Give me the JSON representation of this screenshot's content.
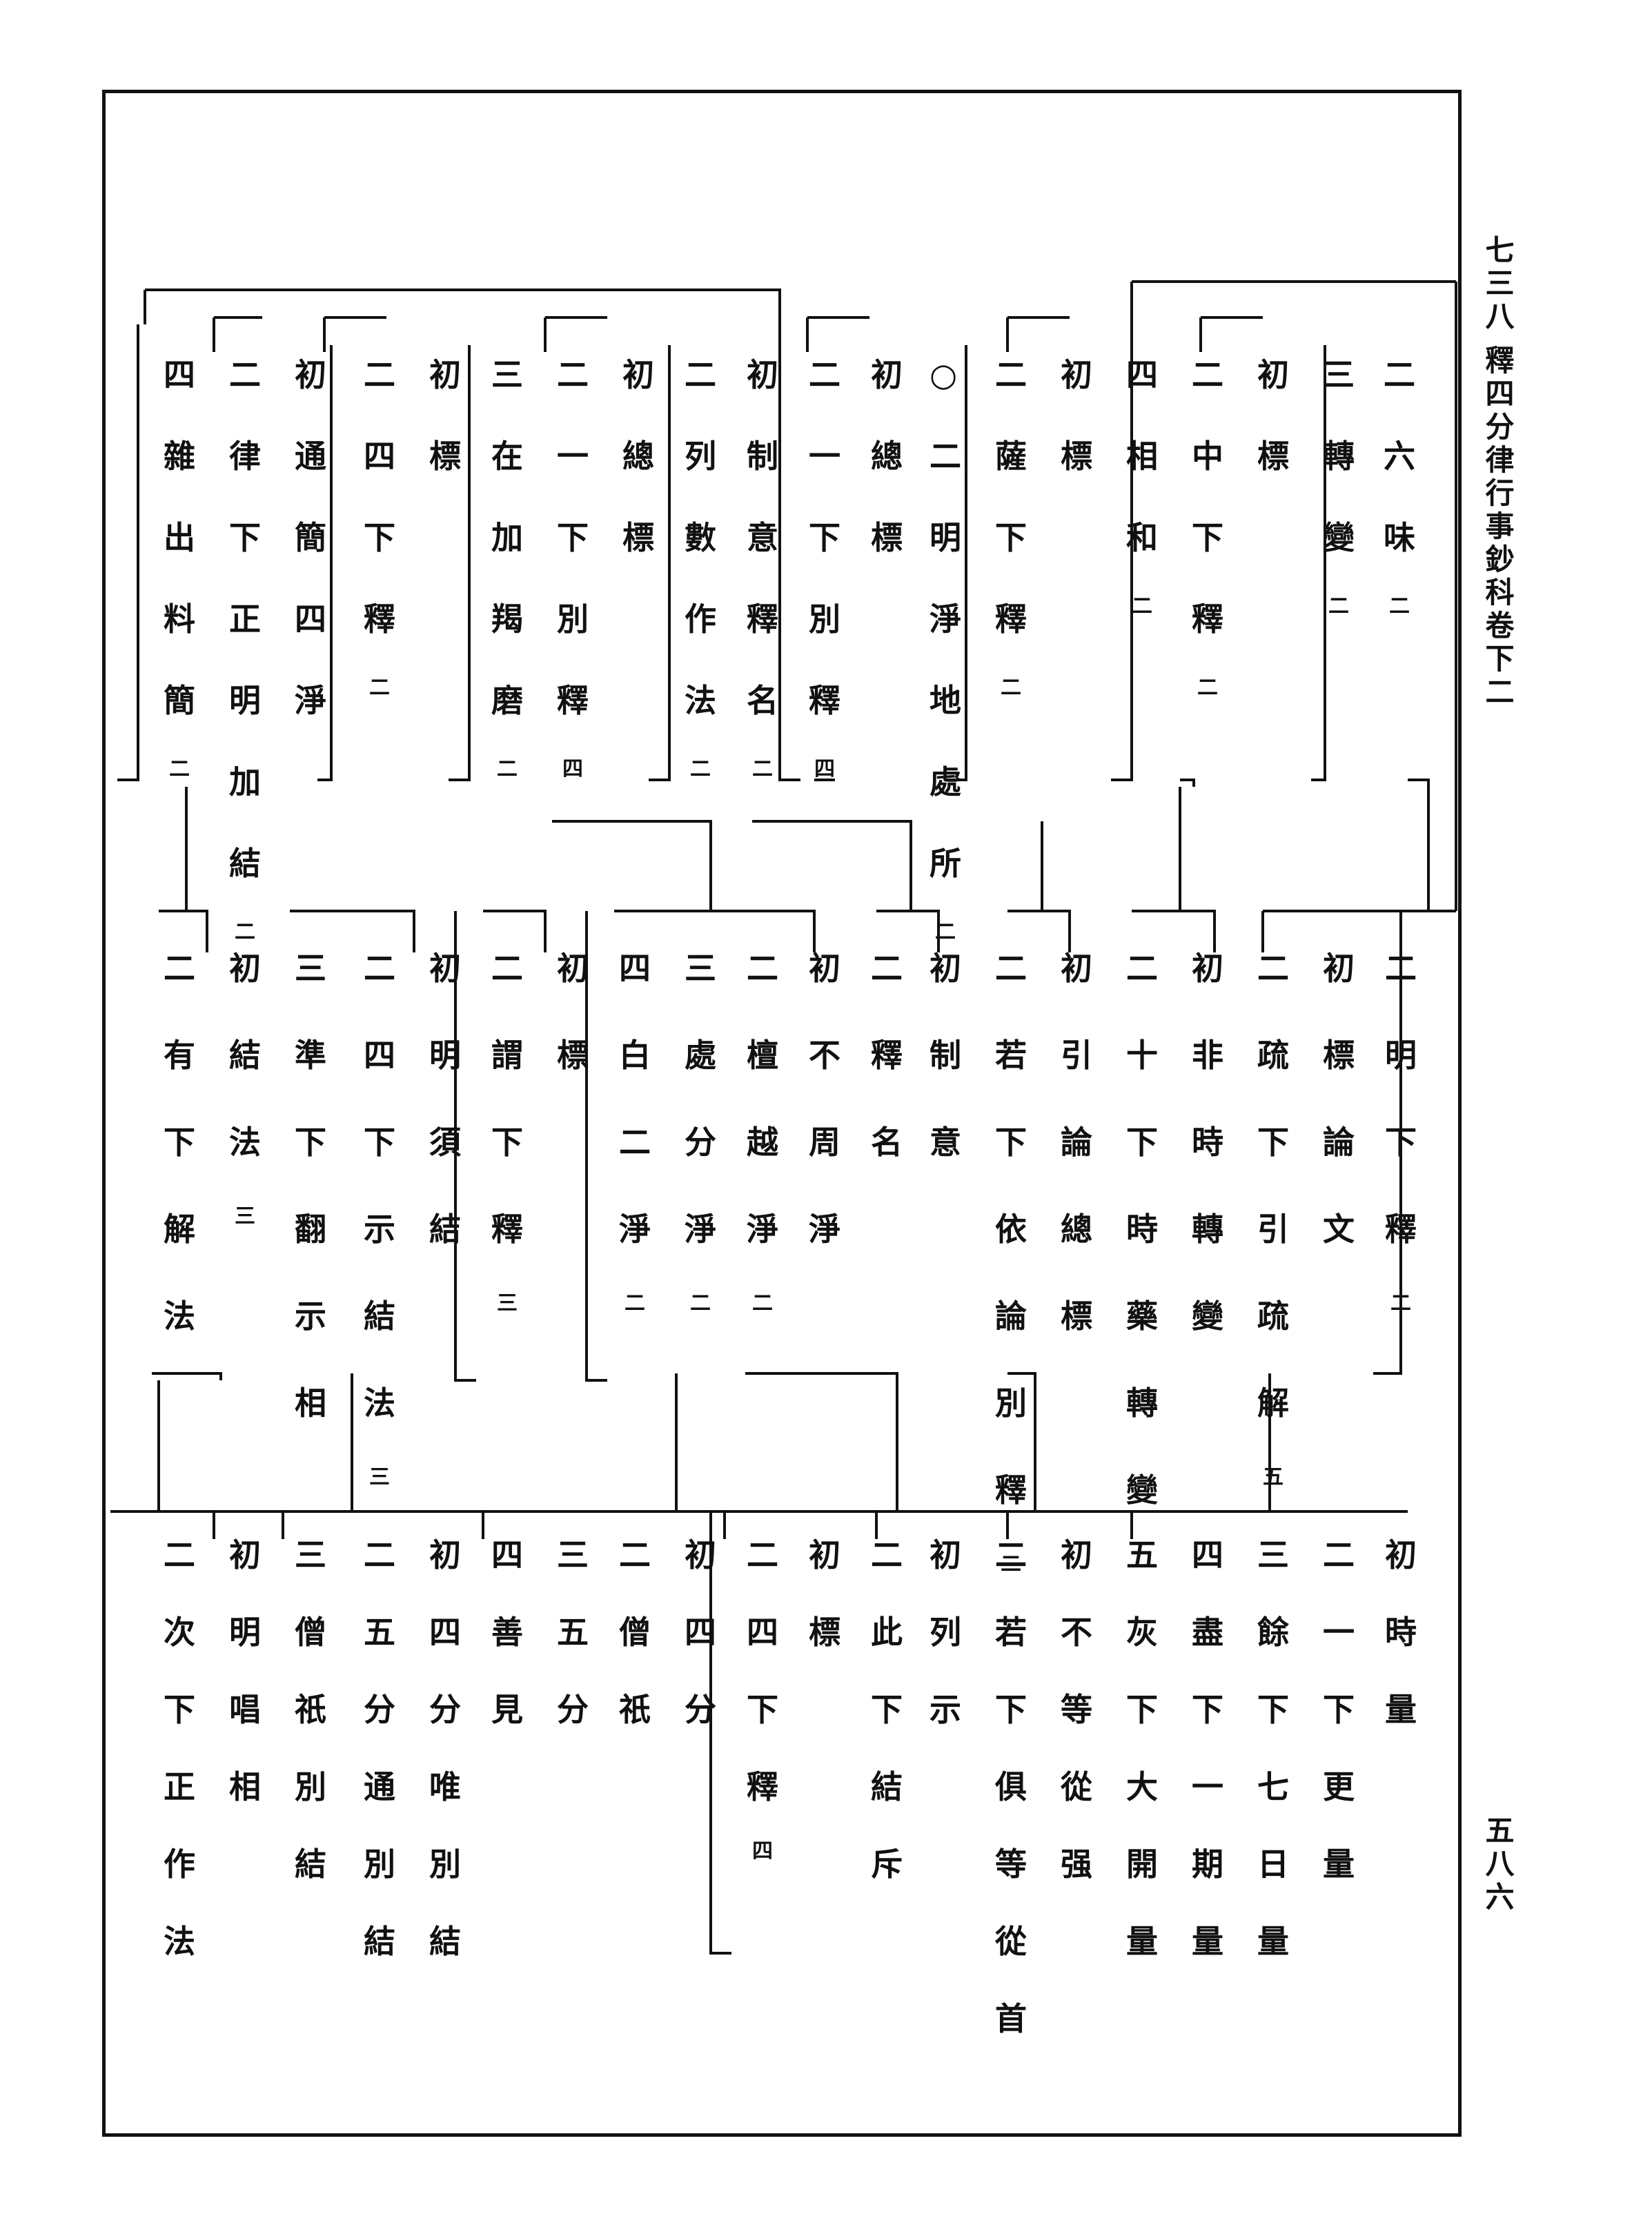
{
  "header": {
    "page_label": "七三八",
    "book_title": "釋四分律行事鈔科卷下二",
    "page_number": "五八六"
  },
  "row1": [
    {
      "text": "二六味",
      "count": "二"
    },
    {
      "text": "三轉變",
      "count": "二"
    },
    {
      "text": "初標",
      "count": ""
    },
    {
      "text": "二中下釋",
      "count": "二"
    },
    {
      "text": "四相和",
      "count": "二"
    },
    {
      "text": "初標",
      "count": ""
    },
    {
      "text": "二薩下釋",
      "count": "二"
    },
    {
      "text": "○二明淨地處所",
      "count": "二"
    },
    {
      "text": "初總標",
      "count": ""
    },
    {
      "text": "二一下別釋",
      "count": "四"
    },
    {
      "text": "初制意釋名",
      "count": "二"
    },
    {
      "text": "二列數作法",
      "count": "二"
    },
    {
      "text": "初總標",
      "count": ""
    },
    {
      "text": "二一下別釋",
      "count": "四"
    },
    {
      "text": "三在加羯磨",
      "count": "二"
    },
    {
      "text": "初標",
      "count": ""
    },
    {
      "text": "二四下釋",
      "count": "二"
    },
    {
      "text": "初通簡四淨",
      "count": ""
    },
    {
      "text": "二律下正明加結",
      "count": "二"
    },
    {
      "text": "四雜出料簡",
      "count": "二"
    }
  ],
  "row2": [
    {
      "text": "二明下釋",
      "count": "二"
    },
    {
      "text": "初標論文",
      "count": ""
    },
    {
      "text": "二疏下引疏解",
      "count": "五"
    },
    {
      "text": "初非時轉變",
      "count": ""
    },
    {
      "text": "二十下時藥轉變",
      "count": ""
    },
    {
      "text": "初引論總標",
      "count": ""
    },
    {
      "text": "二若下依論別釋",
      "count": "二"
    },
    {
      "text": "初制意",
      "count": ""
    },
    {
      "text": "二釋名",
      "count": ""
    },
    {
      "text": "初不周淨",
      "count": ""
    },
    {
      "text": "二檀越淨",
      "count": "二"
    },
    {
      "text": "三處分淨",
      "count": "二"
    },
    {
      "text": "四白二淨",
      "count": "二"
    },
    {
      "text": "初標",
      "count": ""
    },
    {
      "text": "二謂下釋",
      "count": "三"
    },
    {
      "text": "初明須結",
      "count": ""
    },
    {
      "text": "二四下示結法",
      "count": "三"
    },
    {
      "text": "三準下翻示相",
      "count": ""
    },
    {
      "text": "初結法",
      "count": "三"
    },
    {
      "text": "二有下解法",
      "count": ""
    }
  ],
  "row3": [
    {
      "text": "初時量",
      "count": ""
    },
    {
      "text": "二一下更量",
      "count": ""
    },
    {
      "text": "三餘下七日量",
      "count": ""
    },
    {
      "text": "四盡下一期量",
      "count": ""
    },
    {
      "text": "五灰下大開量",
      "count": ""
    },
    {
      "text": "初不等從强",
      "count": ""
    },
    {
      "text": "二若下俱等從首",
      "count": ""
    },
    {
      "text": "初列示",
      "count": ""
    },
    {
      "text": "二此下結斥",
      "count": ""
    },
    {
      "text": "初標",
      "count": ""
    },
    {
      "text": "二四下釋",
      "count": "四"
    },
    {
      "text": "初四分",
      "count": ""
    },
    {
      "text": "二僧祇",
      "count": ""
    },
    {
      "text": "三五分",
      "count": ""
    },
    {
      "text": "四善見",
      "count": ""
    },
    {
      "text": "初四分唯別結",
      "count": ""
    },
    {
      "text": "二五分通別結",
      "count": ""
    },
    {
      "text": "三僧祇別結",
      "count": ""
    },
    {
      "text": "初明唱相",
      "count": ""
    },
    {
      "text": "二次下正作法",
      "count": ""
    }
  ]
}
